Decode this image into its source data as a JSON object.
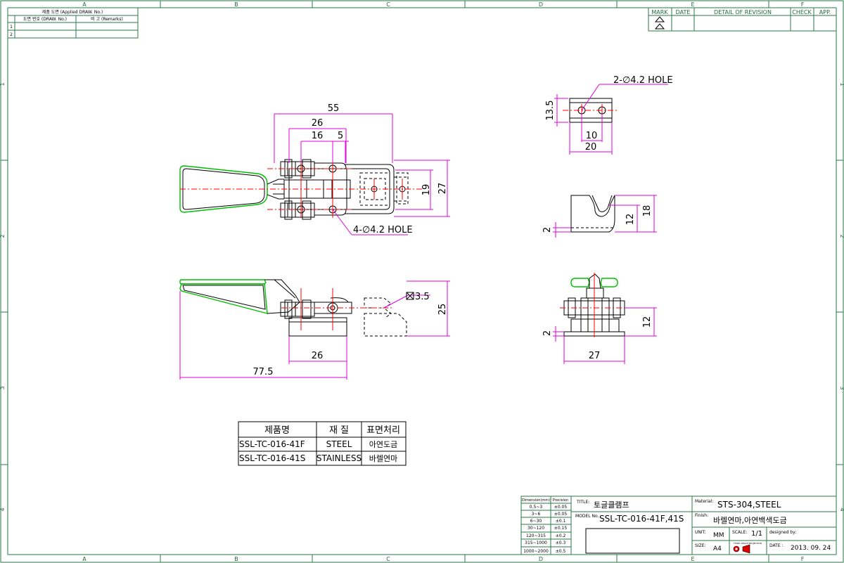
{
  "frame": {
    "columns": [
      "A",
      "B",
      "C",
      "D",
      "E",
      "F"
    ],
    "rows": [
      "1",
      "2",
      "3",
      "4"
    ]
  },
  "applied_table": {
    "title": "제품 도면 (Applied DRAW. No.)",
    "col1": "도면 번호 (DRAW. No.)",
    "col2": "비 고 (Remarks)",
    "rows": [
      "1",
      "2"
    ]
  },
  "revision_table": {
    "headers": [
      "MARK",
      "DATE",
      "DETAIL OF REVISION",
      "CHECK",
      "APP."
    ]
  },
  "dimensions": {
    "d55": "55",
    "d26a": "26",
    "d16": "16",
    "d5": "5",
    "d19": "19",
    "d27a": "27",
    "hole_top": "2-∅4.2 HOLE",
    "hole_main": "4-∅4.2 HOLE",
    "d13_5": "13.5",
    "d10": "10",
    "d20": "20",
    "d18": "18",
    "d12a": "12",
    "d2a": "2",
    "box35": "3.5",
    "d25": "25",
    "d26b": "26",
    "d77_5": "77.5",
    "d12b": "12",
    "d2b": "2",
    "d27b": "27"
  },
  "parts_table": {
    "headers": [
      "제품명",
      "재 질",
      "표면처리"
    ],
    "rows": [
      [
        "SSL-TC-016-41F",
        "STEEL",
        "아연도금"
      ],
      [
        "SSL-TC-016-41S",
        "STAINLESS",
        "바렐연마"
      ]
    ]
  },
  "tolerance_table": {
    "headers": [
      "Dimension(mm)",
      "Precision"
    ],
    "rows": [
      [
        "0.5~3",
        "±0.05"
      ],
      [
        "3~6",
        "±0.05"
      ],
      [
        "6~30",
        "±0.1"
      ],
      [
        "30~120",
        "±0.15"
      ],
      [
        "120~315",
        "±0.2"
      ],
      [
        "315~1000",
        "±0.3"
      ],
      [
        "1000~2000",
        "±0.5"
      ]
    ]
  },
  "title_block": {
    "title_label": "TITLE:",
    "title": "토글클램프",
    "model_label": "MODEL No.",
    "model": "SSL-TC-016-41F,41S",
    "material_label": "Material:",
    "material": "STS-304,STEEL",
    "finish_label": "Finish:",
    "finish": "바렐연마,아연백색도금",
    "unit_label": "UNIT:",
    "unit": "MM",
    "scale_label": "SCALE:",
    "scale": "1/1",
    "designed_label": "designed by:",
    "size_label": "SIZE:",
    "size": "A4",
    "date_label": "DATE :",
    "date": "2013. 09. 24",
    "projection": "THIRD ANGLE PROJECTION"
  }
}
